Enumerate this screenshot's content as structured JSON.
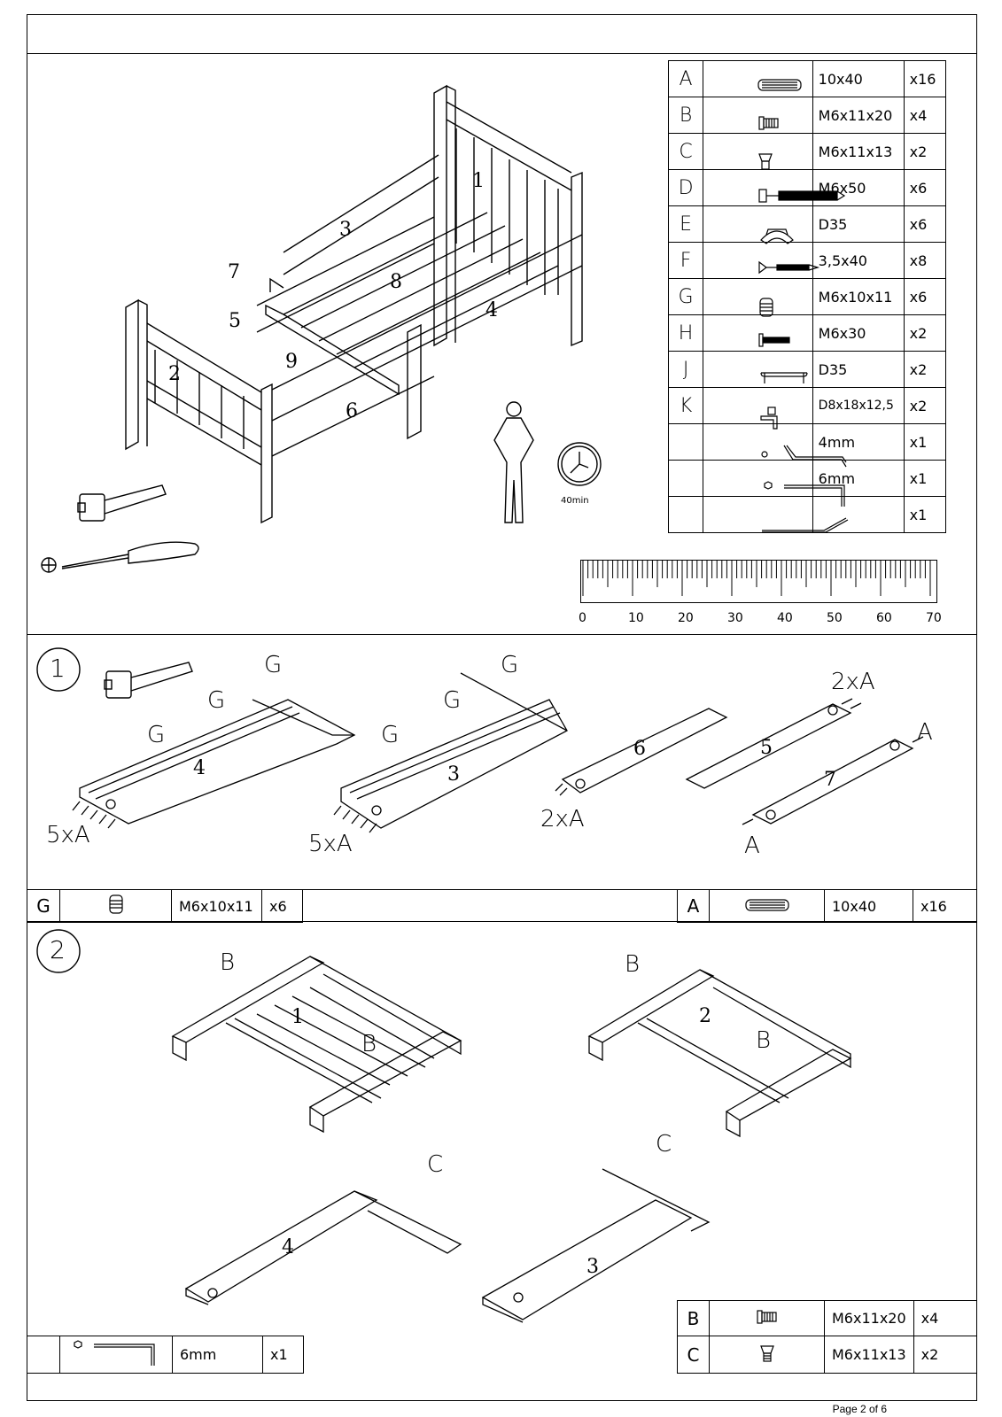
{
  "parts_table": [
    {
      "letter": "A",
      "icon": "dowel-icon",
      "size": "10x40",
      "qty": "x16"
    },
    {
      "letter": "B",
      "icon": "bolt-icon",
      "size": "M6x11x20",
      "qty": "x4"
    },
    {
      "letter": "C",
      "icon": "screw-cap-icon",
      "size": "M6x11x13",
      "qty": "x2"
    },
    {
      "letter": "D",
      "icon": "long-bolt-icon",
      "size": "M6x50",
      "qty": "x6"
    },
    {
      "letter": "E",
      "icon": "washer-icon",
      "size": "D35",
      "qty": "x6"
    },
    {
      "letter": "F",
      "icon": "wood-screw-icon",
      "size": "3,5x40",
      "qty": "x8"
    },
    {
      "letter": "G",
      "icon": "insert-nut-icon",
      "size": "M6x10x11",
      "qty": "x6"
    },
    {
      "letter": "H",
      "icon": "bolt-short-icon",
      "size": "M6x30",
      "qty": "x2"
    },
    {
      "letter": "J",
      "icon": "cap-icon",
      "size": "D35",
      "qty": "x2"
    },
    {
      "letter": "K",
      "icon": "bracket-icon",
      "size": "D8x18x12,5",
      "qty": "x2"
    },
    {
      "letter": "",
      "icon": "allen-key-4-icon",
      "size": "4mm",
      "qty": "x1"
    },
    {
      "letter": "",
      "icon": "allen-key-6-icon",
      "size": "6mm",
      "qty": "x1"
    },
    {
      "letter": "",
      "icon": "spanner-icon",
      "size": "",
      "qty": "x1"
    }
  ],
  "ruler": {
    "labels": [
      "0",
      "10",
      "20",
      "30",
      "40",
      "50",
      "60",
      "70"
    ]
  },
  "overview": {
    "part_numbers": [
      "1",
      "2",
      "3",
      "4",
      "5",
      "6",
      "7",
      "8",
      "9"
    ],
    "time": "40min"
  },
  "step1": {
    "number": "1",
    "labels": {
      "g": "G",
      "five_a": "5xA",
      "two_a": "2xA",
      "a": "A"
    },
    "part_numbers": [
      "4",
      "3",
      "6",
      "5",
      "7"
    ],
    "strip_left": {
      "letter": "G",
      "icon": "insert-nut-icon",
      "size": "M6x10x11",
      "qty": "x6"
    },
    "strip_right": {
      "letter": "A",
      "icon": "dowel-icon",
      "size": "10x40",
      "qty": "x16"
    }
  },
  "step2": {
    "number": "2",
    "labels": {
      "b": "B",
      "c": "C"
    },
    "part_numbers": [
      "1",
      "2",
      "4",
      "3"
    ],
    "strip_left": {
      "icon": "allen-key-6-icon",
      "size": "6mm",
      "qty": "x1"
    },
    "strip_right": [
      {
        "letter": "B",
        "icon": "bolt-icon",
        "size": "M6x11x20",
        "qty": "x4"
      },
      {
        "letter": "C",
        "icon": "screw-cap-icon",
        "size": "M6x11x13",
        "qty": "x2"
      }
    ]
  },
  "footer": {
    "page": "Page 2 of 6"
  }
}
